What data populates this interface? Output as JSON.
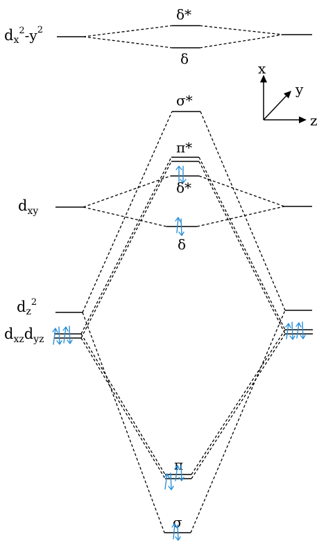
{
  "diagram": {
    "left_labels": {
      "dx2y2": {
        "base": "d",
        "sub": "x",
        "sup1": "2",
        "mid": "-y",
        "sup2": "2"
      },
      "dxy": {
        "base": "d",
        "sub": "xy"
      },
      "dz2": {
        "base": "d",
        "sub": "z",
        "sup": "2"
      },
      "dxz_dyz": {
        "b1": "d",
        "s1": "xz",
        "b2": "d",
        "s2": "yz"
      }
    },
    "mo_labels": {
      "delta_star_top": "δ*",
      "delta_top": "δ",
      "sigma_star": "σ*",
      "pi_star": "π*",
      "delta_star_mid": "δ*",
      "delta_mid": "δ",
      "pi": "π",
      "sigma": "σ"
    },
    "axes": {
      "x": "x",
      "y": "y",
      "z": "z"
    },
    "colors": {
      "lines": "#000000",
      "electrons": "#2a8fd6"
    }
  }
}
